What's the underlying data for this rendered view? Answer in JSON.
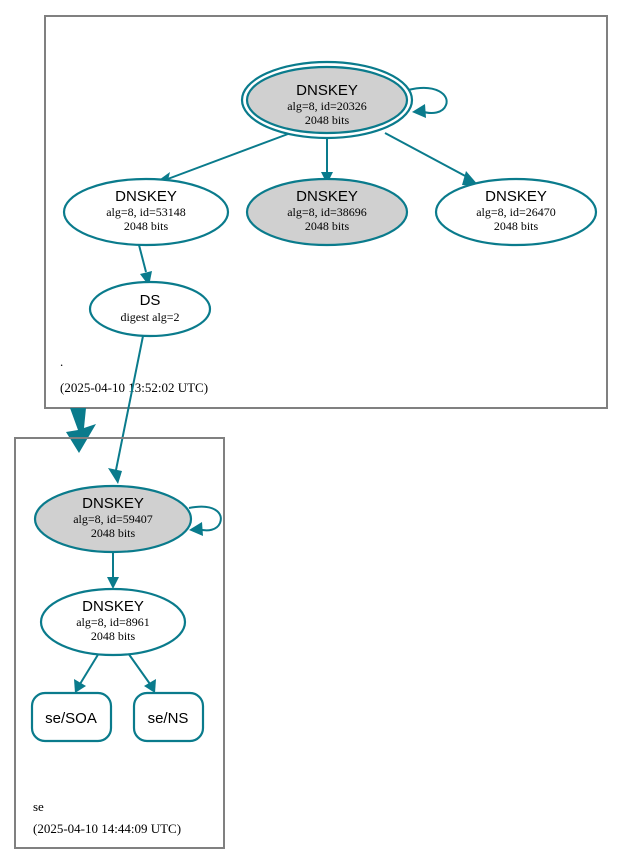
{
  "diagram": {
    "kind": "dnssec-authentication-chain",
    "colors": {
      "edge": "#0a7b8c",
      "node_stroke": "#0a7b8c",
      "secure_fill": "#d0d0d0",
      "plain_fill": "#ffffff",
      "cluster_stroke": "#808080",
      "text": "#000000"
    }
  },
  "zones": [
    {
      "id": "root-zone",
      "name": ".",
      "timestamp": "(2025-04-10 13:52:02 UTC)",
      "nodes": [
        {
          "id": "dnskey-20326",
          "type": "DNSKEY",
          "title": "DNSKEY",
          "line2": "alg=8, id=20326",
          "line3": "2048 bits",
          "alg": 8,
          "key_id": 20326,
          "bits": 2048,
          "trust_anchor": true,
          "self_signed": true,
          "shaded": true
        },
        {
          "id": "dnskey-53148",
          "type": "DNSKEY",
          "title": "DNSKEY",
          "line2": "alg=8, id=53148",
          "line3": "2048 bits",
          "alg": 8,
          "key_id": 53148,
          "bits": 2048,
          "trust_anchor": false,
          "self_signed": false,
          "shaded": false
        },
        {
          "id": "dnskey-38696",
          "type": "DNSKEY",
          "title": "DNSKEY",
          "line2": "alg=8, id=38696",
          "line3": "2048 bits",
          "alg": 8,
          "key_id": 38696,
          "bits": 2048,
          "trust_anchor": false,
          "self_signed": false,
          "shaded": true
        },
        {
          "id": "dnskey-26470",
          "type": "DNSKEY",
          "title": "DNSKEY",
          "line2": "alg=8, id=26470",
          "line3": "2048 bits",
          "alg": 8,
          "key_id": 26470,
          "bits": 2048,
          "trust_anchor": false,
          "self_signed": false,
          "shaded": false
        },
        {
          "id": "ds-se",
          "type": "DS",
          "title": "DS",
          "line2": "digest alg=2",
          "line3": "",
          "digest_alg": 2,
          "shaded": false
        }
      ]
    },
    {
      "id": "se-zone",
      "name": "se",
      "timestamp": "(2025-04-10 14:44:09 UTC)",
      "nodes": [
        {
          "id": "dnskey-59407",
          "type": "DNSKEY",
          "title": "DNSKEY",
          "line2": "alg=8, id=59407",
          "line3": "2048 bits",
          "alg": 8,
          "key_id": 59407,
          "bits": 2048,
          "trust_anchor": false,
          "self_signed": true,
          "shaded": true
        },
        {
          "id": "dnskey-8961",
          "type": "DNSKEY",
          "title": "DNSKEY",
          "line2": "alg=8, id=8961",
          "line3": "2048 bits",
          "alg": 8,
          "key_id": 8961,
          "bits": 2048,
          "trust_anchor": false,
          "self_signed": false,
          "shaded": false
        },
        {
          "id": "rrset-se-soa",
          "type": "RRset",
          "title": "se/SOA",
          "line2": "",
          "line3": ""
        },
        {
          "id": "rrset-se-ns",
          "type": "RRset",
          "title": "se/NS",
          "line2": "",
          "line3": ""
        }
      ]
    }
  ],
  "edges": [
    {
      "id": "e-20326-self",
      "from": "dnskey-20326",
      "to": "dnskey-20326",
      "style": "self-loop"
    },
    {
      "id": "e-20326-53148",
      "from": "dnskey-20326",
      "to": "dnskey-53148",
      "style": "rrsig"
    },
    {
      "id": "e-20326-38696",
      "from": "dnskey-20326",
      "to": "dnskey-38696",
      "style": "rrsig"
    },
    {
      "id": "e-20326-26470",
      "from": "dnskey-20326",
      "to": "dnskey-26470",
      "style": "rrsig"
    },
    {
      "id": "e-53148-ds",
      "from": "dnskey-53148",
      "to": "ds-se",
      "style": "rrsig"
    },
    {
      "id": "e-ds-59407",
      "from": "ds-se",
      "to": "dnskey-59407",
      "style": "ds-link"
    },
    {
      "id": "e-delegation",
      "from": "root-zone",
      "to": "se-zone",
      "style": "delegation"
    },
    {
      "id": "e-59407-self",
      "from": "dnskey-59407",
      "to": "dnskey-59407",
      "style": "self-loop"
    },
    {
      "id": "e-59407-8961",
      "from": "dnskey-59407",
      "to": "dnskey-8961",
      "style": "rrsig"
    },
    {
      "id": "e-8961-soa",
      "from": "dnskey-8961",
      "to": "rrset-se-soa",
      "style": "rrsig"
    },
    {
      "id": "e-8961-ns",
      "from": "dnskey-8961",
      "to": "rrset-se-ns",
      "style": "rrsig"
    }
  ]
}
